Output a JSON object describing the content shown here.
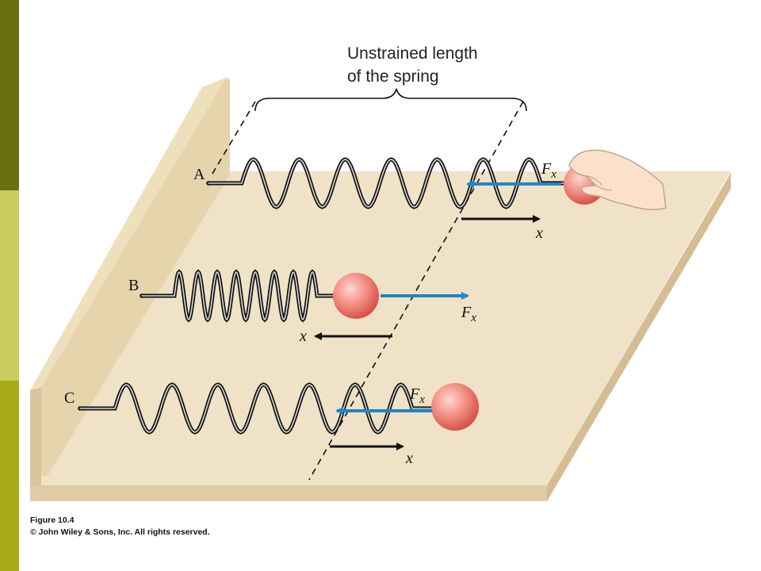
{
  "side_bar": {
    "colors": [
      "#6b6f12",
      "#c9cc5e",
      "#a8ab18"
    ]
  },
  "diagram": {
    "title_line1": "Unstrained length",
    "title_line2": "of the spring",
    "springs": [
      {
        "label": "A",
        "force_label": "F",
        "force_subscript": "x",
        "displacement_label": "x"
      },
      {
        "label": "B",
        "force_label": "F",
        "force_subscript": "x",
        "displacement_label": "x"
      },
      {
        "label": "C",
        "force_label": "F",
        "force_subscript": "x",
        "displacement_label": "x"
      }
    ],
    "colors": {
      "surface": "#f0e2c7",
      "wall": "#e6d4ad",
      "edge": "#d9c59b",
      "force_arrow": "#1f86c8",
      "ball": "#f07a74"
    }
  },
  "caption": {
    "figure": "Figure 10.4",
    "copyright": "© John Wiley & Sons, Inc. All rights reserved."
  }
}
